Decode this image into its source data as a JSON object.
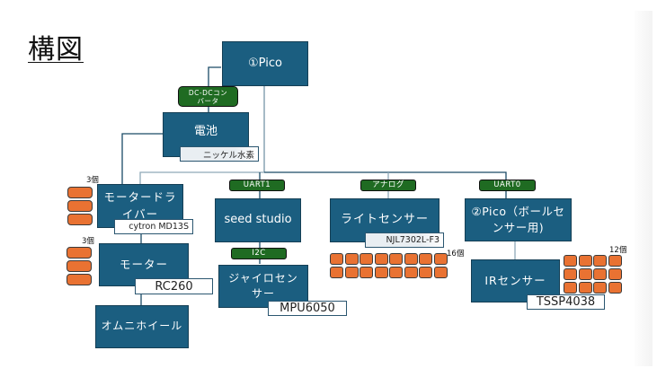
{
  "page": {
    "title": "構図"
  },
  "nodes": {
    "pico1": {
      "label": "①Pico"
    },
    "dcdc": {
      "label": "DC-DCコン\nバータ"
    },
    "battery": {
      "label": "電池",
      "spec": "ニッケル水素"
    },
    "motor_driver": {
      "label": "モータードラ\nイバー",
      "spec": "cytron MD13S",
      "count": "3個"
    },
    "motor": {
      "label": "モーター",
      "spec": "RC260",
      "count": "3個"
    },
    "omni_wheel": {
      "label": "オムニホイール"
    },
    "seeed": {
      "label": "seed studio",
      "link": "UART1"
    },
    "gyro": {
      "label": "ジャイロセン\nサー",
      "spec": "MPU6050",
      "link": "I2C"
    },
    "light_sensor": {
      "label": "ライトセンサー",
      "spec": "NJL7302L-F3",
      "link": "アナログ",
      "count": "16個"
    },
    "pico2": {
      "label": "②Pico（ボールセ\nンサー用)",
      "link": "UART0"
    },
    "ir_sensor": {
      "label": "IRセンサー",
      "spec": "TSSP4038",
      "count": "12個"
    }
  },
  "colors": {
    "node": "#1b5e80",
    "tag": "#1f6b22",
    "component": "#e97232",
    "line": "#1a4a66"
  }
}
